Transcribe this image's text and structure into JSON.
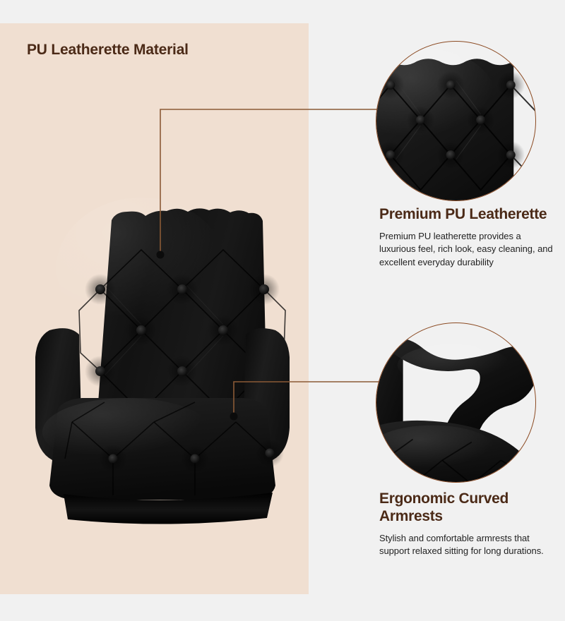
{
  "page": {
    "background_color": "#f1f1f1",
    "panel_color": "#f0dfd1",
    "accent_color": "#8b4a22",
    "heading_color": "#4b2a17",
    "body_text_color": "#232323",
    "product_color": "#141414"
  },
  "panel": {
    "title": "PU Leatherette Material",
    "product_name": "tufted-leatherette-recliner-chair"
  },
  "callouts": [
    {
      "id": "callout-1",
      "icon": "zoom-detail-tufted-leather-texture",
      "source_point_label": "chair-backrest-tufting",
      "feature": {
        "title": "Premium PU Leatherette",
        "body": "Premium PU leatherette provides a luxurious feel, rich look, easy cleaning, and excellent everyday durability"
      }
    },
    {
      "id": "callout-2",
      "icon": "zoom-detail-curved-armrest",
      "source_point_label": "chair-right-armrest",
      "feature": {
        "title": "Ergonomic Curved Armrests",
        "body": "Stylish and comfortable armrests that support relaxed sitting for long durations."
      }
    }
  ]
}
